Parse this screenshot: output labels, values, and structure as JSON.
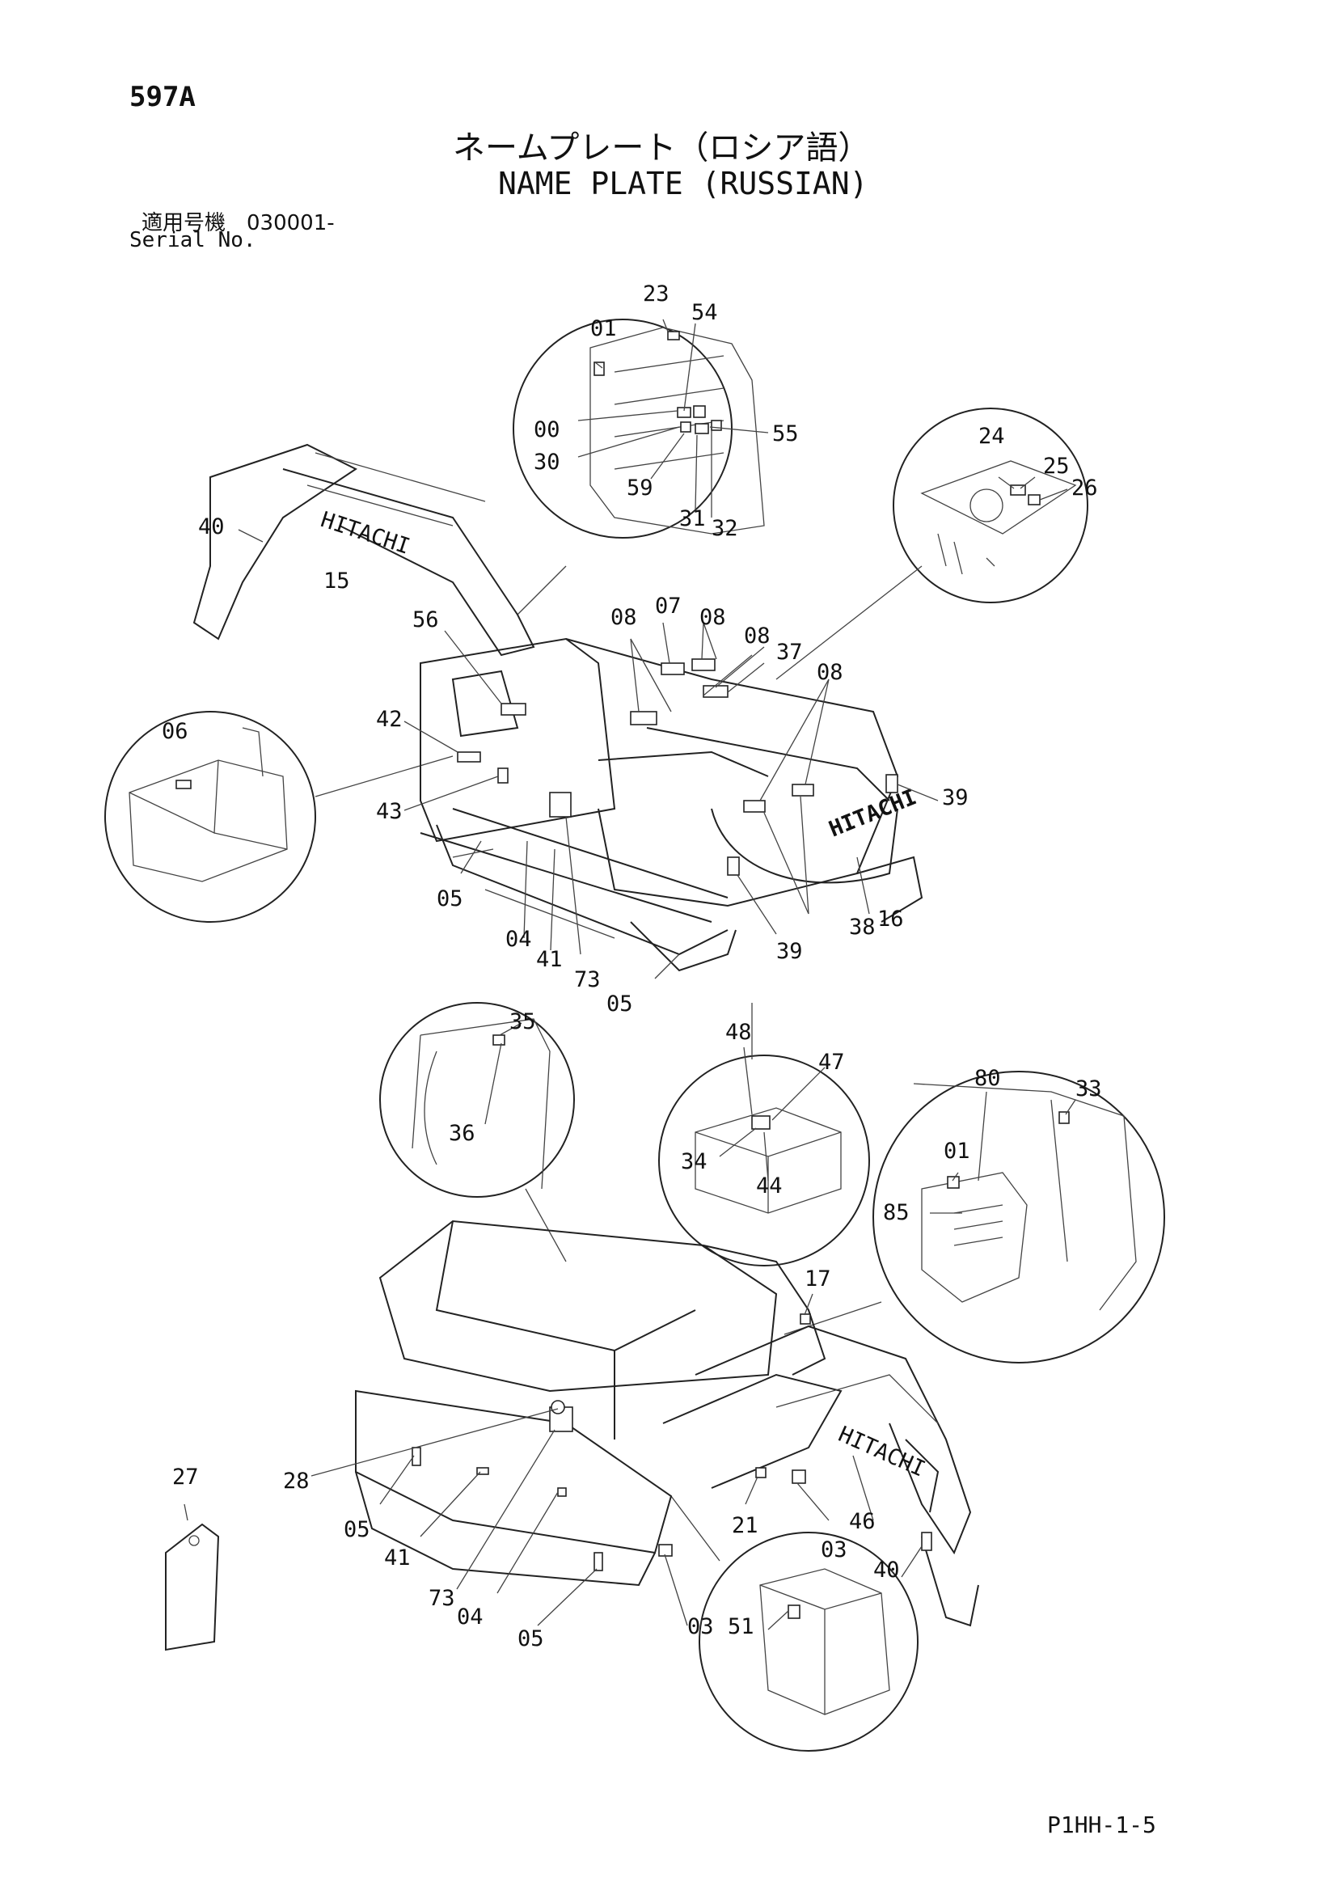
{
  "header": {
    "page_code": "597A",
    "title_jp": "ネームプレート（ロシア語）",
    "title_en": "NAME PLATE (RUSSIAN)",
    "serial_jp": "適用号機　030001-",
    "serial_en": "Serial No."
  },
  "footer": {
    "page_ref": "P1HH-1-5"
  },
  "brand_marks": [
    "HITACHI",
    "HITACHI",
    "HITACHI"
  ],
  "callouts": [
    {
      "id": "c-23a",
      "label": "23"
    },
    {
      "id": "c-01a",
      "label": "01"
    },
    {
      "id": "c-54",
      "label": "54"
    },
    {
      "id": "c-00",
      "label": "00"
    },
    {
      "id": "c-55",
      "label": "55"
    },
    {
      "id": "c-30",
      "label": "30"
    },
    {
      "id": "c-59",
      "label": "59"
    },
    {
      "id": "c-31",
      "label": "31"
    },
    {
      "id": "c-32",
      "label": "32"
    },
    {
      "id": "c-24",
      "label": "24"
    },
    {
      "id": "c-25",
      "label": "25"
    },
    {
      "id": "c-26",
      "label": "26"
    },
    {
      "id": "c-40a",
      "label": "40"
    },
    {
      "id": "c-15",
      "label": "15"
    },
    {
      "id": "c-56",
      "label": "56"
    },
    {
      "id": "c-08a",
      "label": "08"
    },
    {
      "id": "c-07",
      "label": "07"
    },
    {
      "id": "c-08b",
      "label": "08"
    },
    {
      "id": "c-08c",
      "label": "08"
    },
    {
      "id": "c-37",
      "label": "37"
    },
    {
      "id": "c-08d",
      "label": "08"
    },
    {
      "id": "c-06",
      "label": "06"
    },
    {
      "id": "c-42",
      "label": "42"
    },
    {
      "id": "c-43",
      "label": "43"
    },
    {
      "id": "c-39a",
      "label": "39"
    },
    {
      "id": "c-05a",
      "label": "05"
    },
    {
      "id": "c-04a",
      "label": "04"
    },
    {
      "id": "c-41a",
      "label": "41"
    },
    {
      "id": "c-73a",
      "label": "73"
    },
    {
      "id": "c-05b",
      "label": "05"
    },
    {
      "id": "c-39b",
      "label": "39"
    },
    {
      "id": "c-38",
      "label": "38"
    },
    {
      "id": "c-16",
      "label": "16"
    },
    {
      "id": "c-35",
      "label": "35"
    },
    {
      "id": "c-36",
      "label": "36"
    },
    {
      "id": "c-48",
      "label": "48"
    },
    {
      "id": "c-47",
      "label": "47"
    },
    {
      "id": "c-34",
      "label": "34"
    },
    {
      "id": "c-44",
      "label": "44"
    },
    {
      "id": "c-80",
      "label": "80"
    },
    {
      "id": "c-33",
      "label": "33"
    },
    {
      "id": "c-01b",
      "label": "01"
    },
    {
      "id": "c-85",
      "label": "85"
    },
    {
      "id": "c-17",
      "label": "17"
    },
    {
      "id": "c-27",
      "label": "27"
    },
    {
      "id": "c-28",
      "label": "28"
    },
    {
      "id": "c-05c",
      "label": "05"
    },
    {
      "id": "c-41b",
      "label": "41"
    },
    {
      "id": "c-73b",
      "label": "73"
    },
    {
      "id": "c-04b",
      "label": "04"
    },
    {
      "id": "c-05d",
      "label": "05"
    },
    {
      "id": "c-21",
      "label": "21"
    },
    {
      "id": "c-03a",
      "label": "03"
    },
    {
      "id": "c-46",
      "label": "46"
    },
    {
      "id": "c-40b",
      "label": "40"
    },
    {
      "id": "c-03b",
      "label": "03"
    },
    {
      "id": "c-51",
      "label": "51"
    }
  ]
}
